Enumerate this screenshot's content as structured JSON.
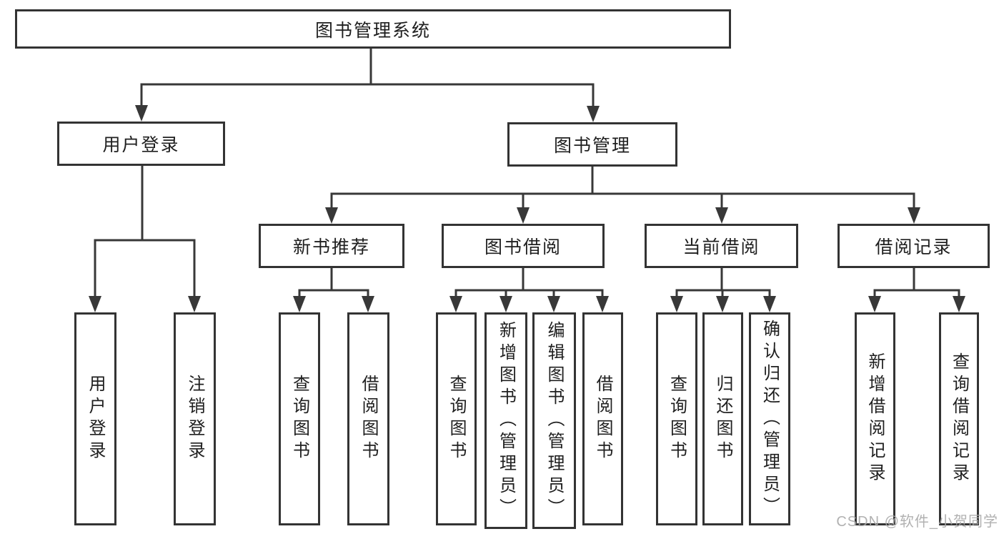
{
  "diagram": {
    "type": "hierarchy-tree",
    "title": "图书管理系统",
    "colors": {
      "line": "#383838",
      "box_border": "#333333",
      "text": "#1f1f1f",
      "background": "#ffffff",
      "watermark": "#a8a8a8"
    },
    "tree": {
      "root": {
        "label": "图书管理系统"
      },
      "level2": [
        {
          "id": "user-login",
          "label": "用户登录"
        },
        {
          "id": "book-management",
          "label": "图书管理"
        }
      ],
      "level3": [
        {
          "id": "new-book-recommend",
          "parent": "book-management",
          "label": "新书推荐"
        },
        {
          "id": "book-borrow",
          "parent": "book-management",
          "label": "图书借阅"
        },
        {
          "id": "current-borrow",
          "parent": "book-management",
          "label": "当前借阅"
        },
        {
          "id": "borrow-records",
          "parent": "book-management",
          "label": "借阅记录"
        }
      ],
      "leaves": [
        {
          "parent": "user-login",
          "label": "用户登录"
        },
        {
          "parent": "user-login",
          "label": "注销登录"
        },
        {
          "parent": "new-book-recommend",
          "label": "查询图书"
        },
        {
          "parent": "new-book-recommend",
          "label": "借阅图书"
        },
        {
          "parent": "book-borrow",
          "label": "查询图书"
        },
        {
          "parent": "book-borrow",
          "label": "新增图书（管理员）"
        },
        {
          "parent": "book-borrow",
          "label": "编辑图书（管理员）"
        },
        {
          "parent": "book-borrow",
          "label": "借阅图书"
        },
        {
          "parent": "current-borrow",
          "label": "查询图书"
        },
        {
          "parent": "current-borrow",
          "label": "归还图书"
        },
        {
          "parent": "current-borrow",
          "label": "确认归还（管理员）"
        },
        {
          "parent": "borrow-records",
          "label": "新增借阅记录"
        },
        {
          "parent": "borrow-records",
          "label": "查询借阅记录"
        }
      ]
    }
  },
  "watermark": {
    "text": "CSDN @软件_小贺同学"
  }
}
